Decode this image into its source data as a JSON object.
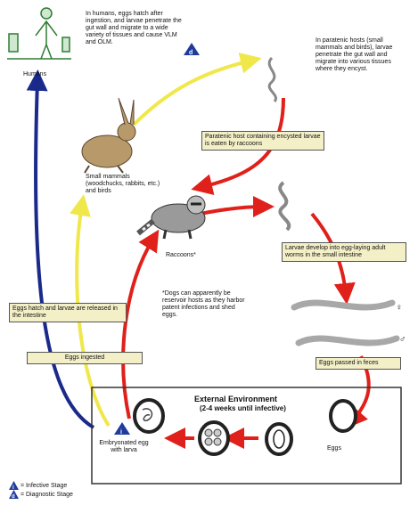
{
  "header_text": "",
  "humans_label": "Humans",
  "humans_note": "In humans, eggs hatch after ingestion, and larvae penetrate the gut wall and migrate to a wide variety of tissues and cause VLM and OLM.",
  "paratenic_note": "In paratenic hosts (small mammals and birds), larvae penetrate the gut wall and migrate into various tissues where they encyst.",
  "paratenic_box": "Paratenic host containing encysted larvae is eaten by raccoons",
  "small_mammals_label": "Small mammals (woodchucks, rabbits, etc.) and birds",
  "raccoons_label": "Raccoons*",
  "larvae_box": "Larvae develop into egg-laying adult worms in the small intestine",
  "dogs_note": "*Dogs can apparently be reservoir hosts as they harbor patent infections and shed eggs.",
  "eggs_hatch_box": "Eggs hatch and larvae are released in the intestine",
  "eggs_ingested_box": "Eggs ingested",
  "eggs_passed_box": "Eggs passed in feces",
  "female_symbol": "♀",
  "male_symbol": "♂",
  "environment_title": "External Environment",
  "environment_subtitle": "(2-4 weeks until infective)",
  "eggs_label": "Eggs",
  "embryonated_label": "Embryonated egg with larva",
  "stage_i_marker": "i",
  "stage_d_marker": "d",
  "legend": {
    "infective_marker": "i",
    "infective": "= Infective Stage",
    "diagnostic_marker": "d",
    "diagnostic": "= Diagnostic Stage"
  },
  "colors": {
    "red_arrow": "#e0201a",
    "yellow_arrow": "#f0e84a",
    "blue_arrow": "#1a2a8a",
    "box_fill": "#f3f0c8",
    "stage_blue": "#1f3b9c"
  }
}
